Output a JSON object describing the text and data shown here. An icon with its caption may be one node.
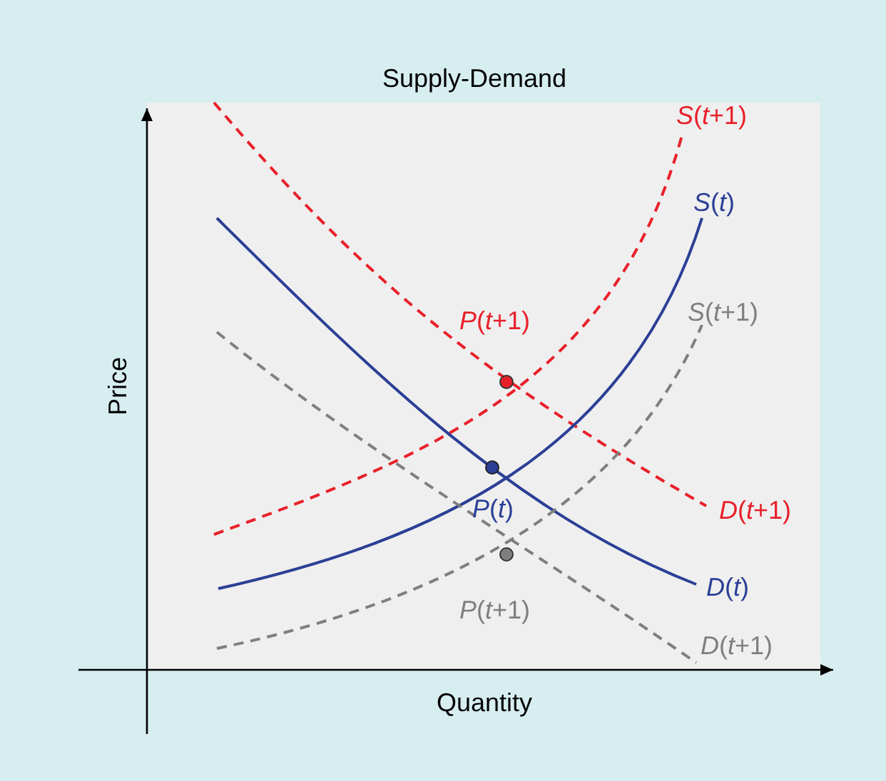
{
  "diagram": {
    "title": "Supply-Demand",
    "labels": [
      "*S*(*t*+1)",
      "*S*(*t*)",
      "*S*(*t*+1)",
      "*P*(*t*+1)",
      "Price",
      "*D*(*t*+1)",
      "*P*(*t*)",
      "*D*(*t*)",
      "*P*(*t*+1)",
      "*D*(*t*+1)",
      "Quantity"
    ]
  }
}
